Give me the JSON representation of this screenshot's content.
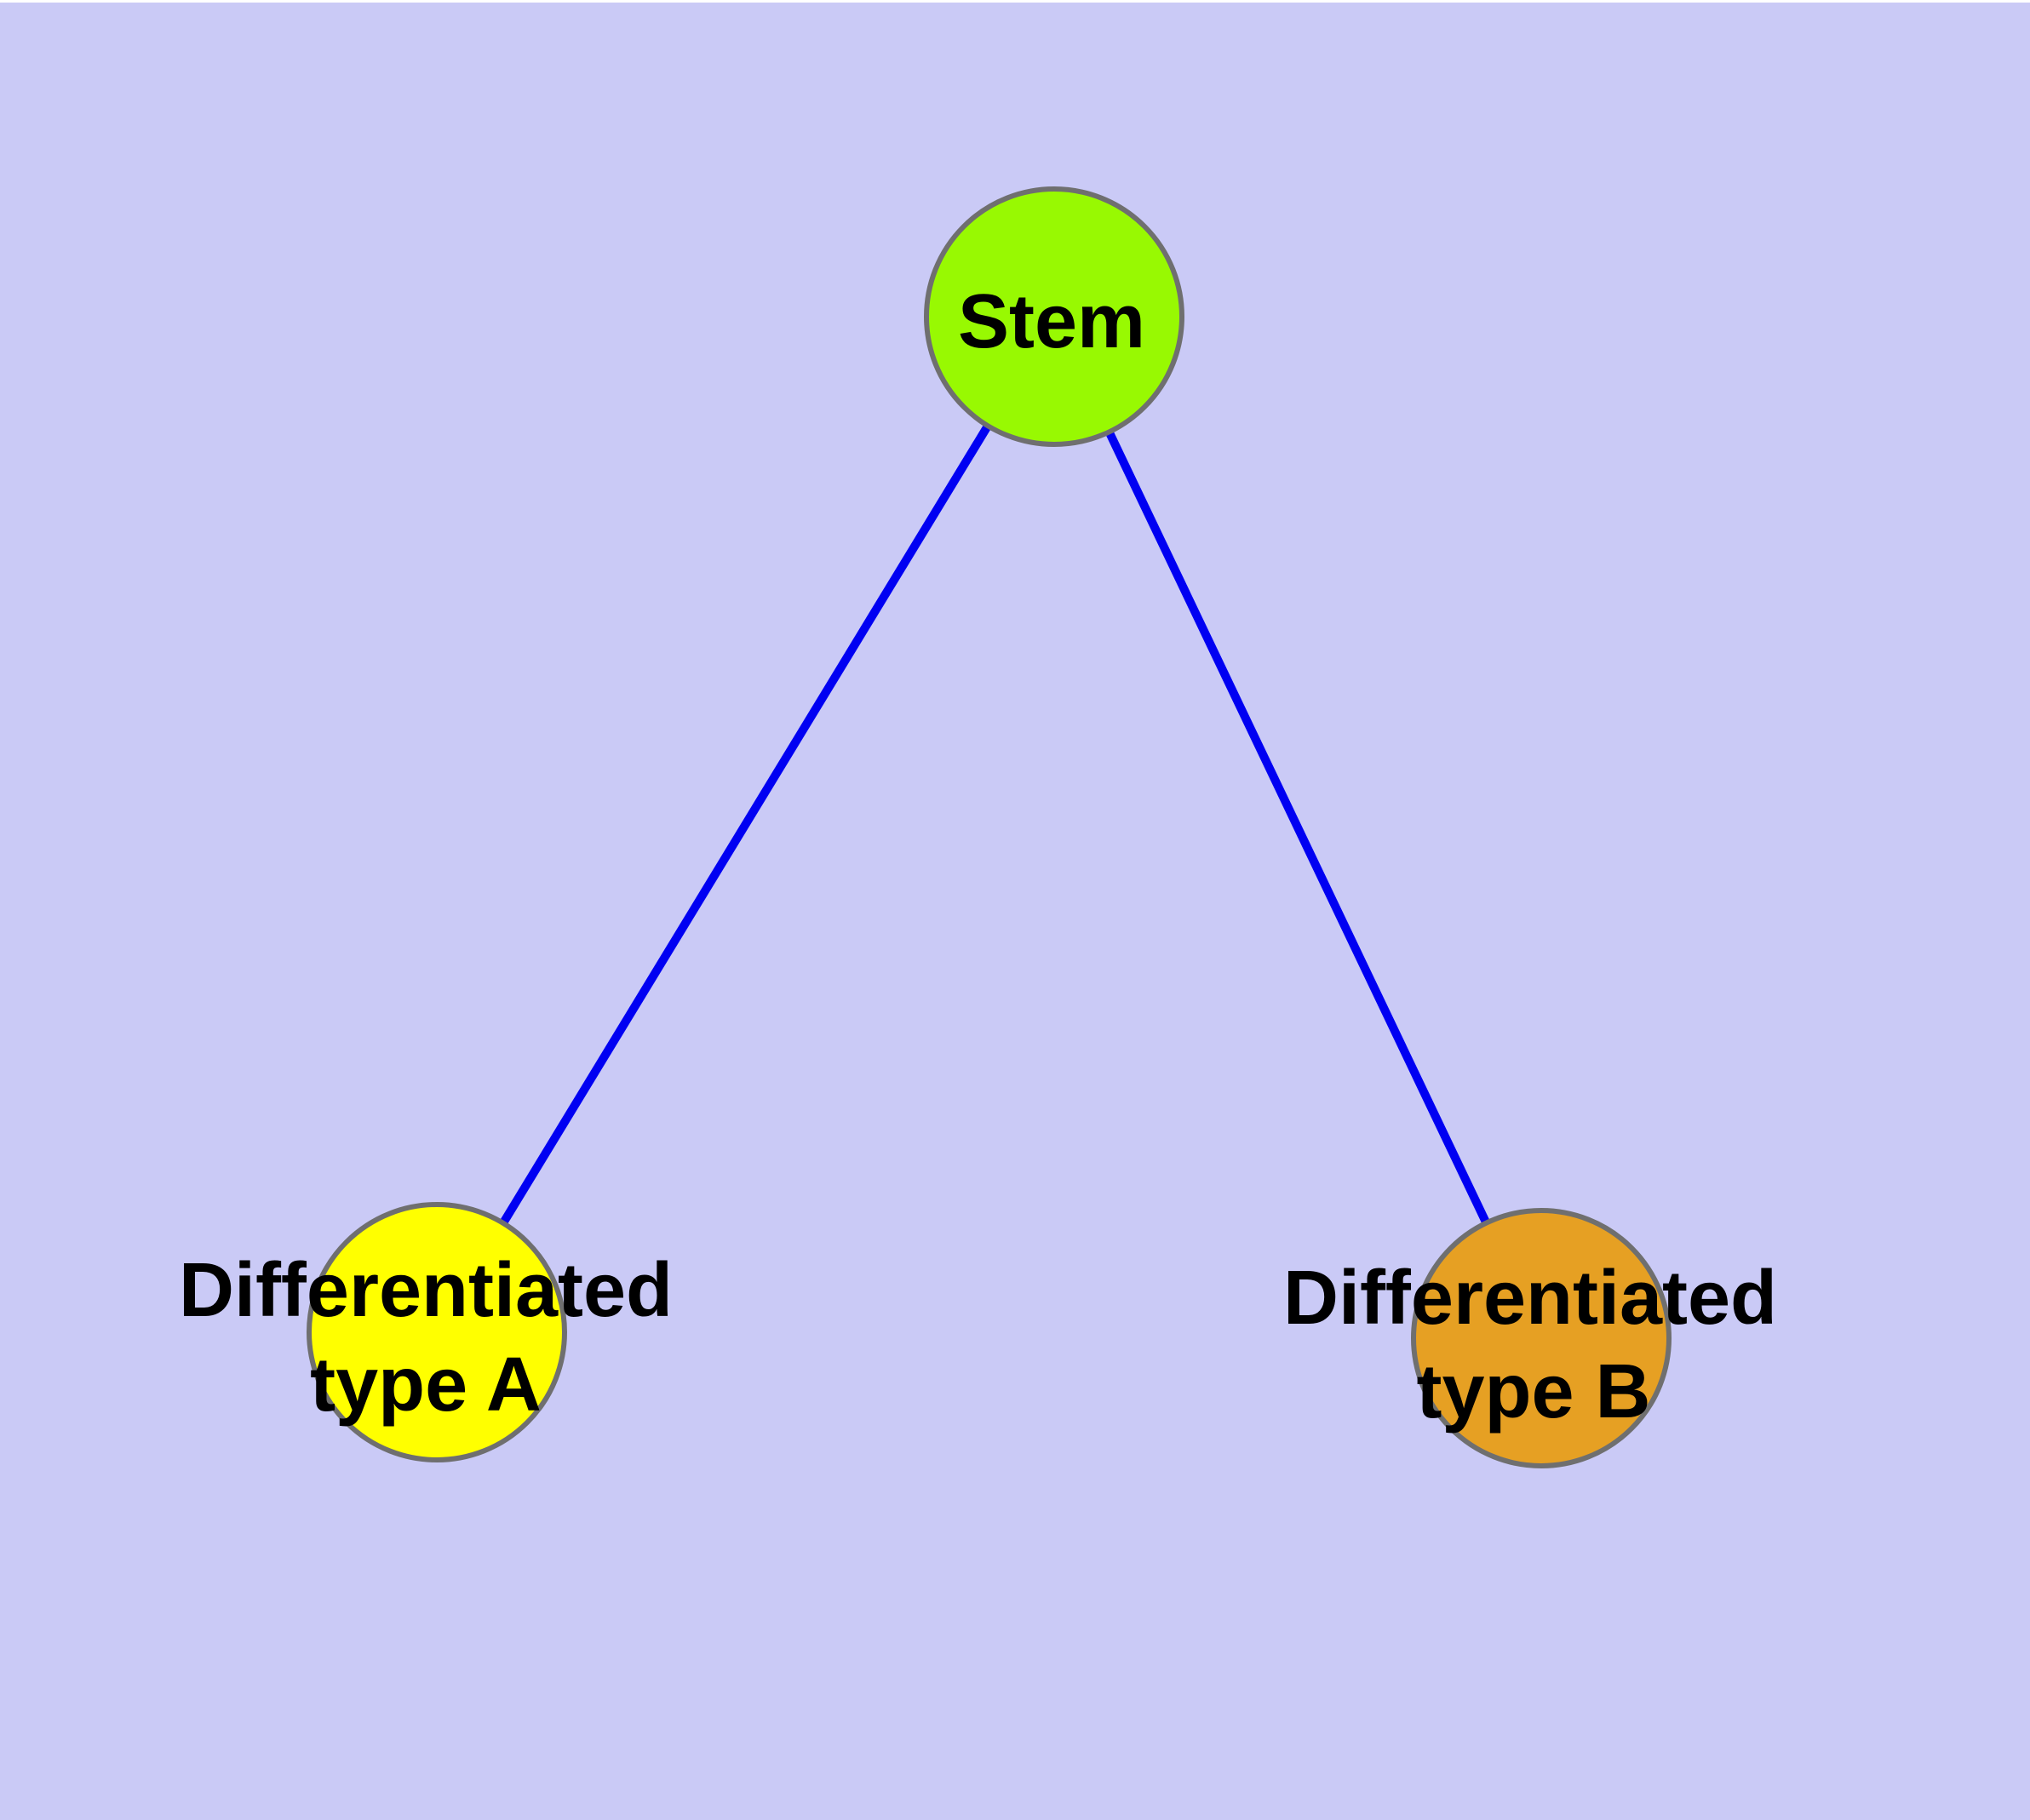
{
  "diagram": {
    "type": "node-link-graph",
    "colors": {
      "background": "#cacaf6",
      "top_strip": "#ffffff",
      "edge": "#0000f2",
      "node_border": "#6f6f6f",
      "label_text": "#000000"
    },
    "nodes": [
      {
        "id": "stem",
        "label": "Stem",
        "fill": "#98f902"
      },
      {
        "id": "differentiated-type-a",
        "label_line1": "Differentiated",
        "label_line2": "type A",
        "fill": "#ffff00"
      },
      {
        "id": "differentiated-type-b",
        "label_line1": "Differentiated",
        "label_line2": "type B",
        "fill": "#e6a023"
      }
    ],
    "edges": [
      {
        "from": "Stem",
        "to": "Differentiated type A"
      },
      {
        "from": "Stem",
        "to": "Differentiated type B"
      }
    ]
  }
}
